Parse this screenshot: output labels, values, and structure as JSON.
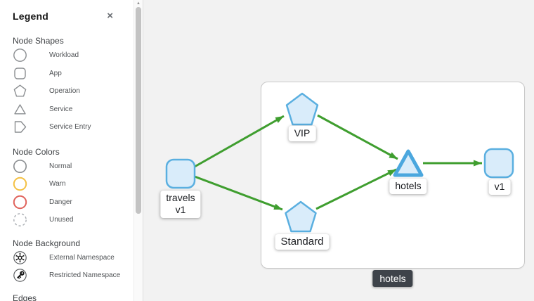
{
  "colors": {
    "canvas_bg": "#f2f2f2",
    "node_fill": "#d9ecfa",
    "node_border": "#5aafe0",
    "edge_green": "#3f9e2f",
    "legend_outline_gray": "#8a8d90",
    "warn": "#f4c145",
    "danger": "#e0635c",
    "badge_bg": "#3e434a",
    "group_border": "#c9c9c9"
  },
  "legend": {
    "title": "Legend",
    "close_glyph": "×",
    "sections": [
      {
        "heading": "Node Shapes",
        "items": [
          {
            "icon": "workload-circle-icon",
            "label": "Workload"
          },
          {
            "icon": "app-square-icon",
            "label": "App"
          },
          {
            "icon": "operation-pentagon-icon",
            "label": "Operation"
          },
          {
            "icon": "service-triangle-icon",
            "label": "Service"
          },
          {
            "icon": "service-entry-icon",
            "label": "Service Entry"
          }
        ]
      },
      {
        "heading": "Node Colors",
        "items": [
          {
            "icon": "normal-circle-icon",
            "label": "Normal"
          },
          {
            "icon": "warn-circle-icon",
            "label": "Warn"
          },
          {
            "icon": "danger-circle-icon",
            "label": "Danger"
          },
          {
            "icon": "unused-dashed-circle-icon",
            "label": "Unused"
          }
        ]
      },
      {
        "heading": "Node Background",
        "items": [
          {
            "icon": "external-namespace-icon",
            "label": "External Namespace"
          },
          {
            "icon": "restricted-namespace-icon",
            "label": "Restricted Namespace"
          }
        ]
      },
      {
        "heading": "Edges",
        "items": []
      }
    ]
  },
  "graph": {
    "group_badge": "hotels",
    "nodes": {
      "travels": {
        "shape": "rounded-square",
        "label_line1": "travels",
        "label_line2": "v1"
      },
      "vip": {
        "shape": "pentagon",
        "label": "VIP"
      },
      "standard": {
        "shape": "pentagon",
        "label": "Standard"
      },
      "hotels": {
        "shape": "triangle",
        "label": "hotels"
      },
      "v1": {
        "shape": "rounded-square",
        "label": "v1"
      }
    },
    "edges": [
      {
        "from": "travels v1",
        "to": "VIP"
      },
      {
        "from": "travels v1",
        "to": "Standard"
      },
      {
        "from": "VIP",
        "to": "hotels"
      },
      {
        "from": "Standard",
        "to": "hotels"
      },
      {
        "from": "hotels",
        "to": "v1"
      }
    ]
  }
}
